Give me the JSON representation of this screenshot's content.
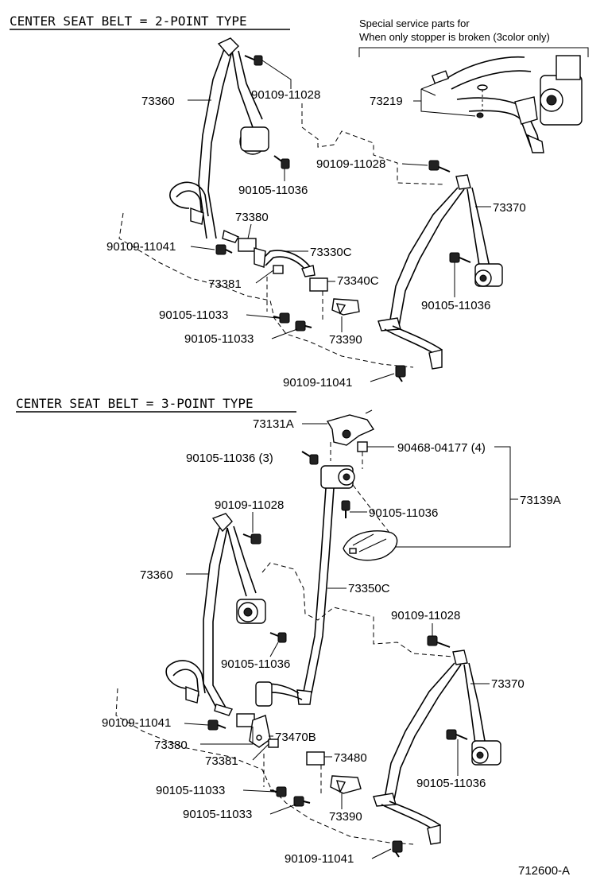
{
  "sections": {
    "two_point": "CENTER SEAT BELT = 2-POINT TYPE",
    "three_point": "CENTER SEAT BELT = 3-POINT TYPE"
  },
  "note": {
    "line1": "Special service parts for",
    "line2": "When only stopper is broken (3color only)"
  },
  "labels_top": {
    "p73360": "73360",
    "p90109_11028_a": "90109-11028",
    "p73219": "73219",
    "p90109_11028_b": "90109-11028",
    "p90105_11036_a": "90105-11036",
    "p73370": "73370",
    "p73380": "73380",
    "p90109_11041_a": "90109-11041",
    "p73330C": "73330C",
    "p73381": "73381",
    "p73340C": "73340C",
    "p90105_11036_b": "90105-11036",
    "p90105_11033_a": "90105-11033",
    "p90105_11033_b": "90105-11033",
    "p73390": "73390",
    "p90109_11041_b": "90109-11041"
  },
  "labels_bottom": {
    "p73131A": "73131A",
    "p90468_04177": "90468-04177 (4)",
    "p90105_11036_3": "90105-11036 (3)",
    "p73139A": "73139A",
    "p90105_11036_c": "90105-11036",
    "p90109_11028_c": "90109-11028",
    "p73360": "73360",
    "p73350C": "73350C",
    "p90109_11028_d": "90109-11028",
    "p90105_11036_d": "90105-11036",
    "p73370": "73370",
    "p90109_11041_c": "90109-11041",
    "p73470B": "73470B",
    "p73380": "73380",
    "p73381": "73381",
    "p73480": "73480",
    "p90105_11036_e": "90105-11036",
    "p90105_11033_c": "90105-11033",
    "p90105_11033_d": "90105-11033",
    "p73390": "73390",
    "p90109_11041_d": "90109-11041"
  },
  "figure_id": "712600-A"
}
